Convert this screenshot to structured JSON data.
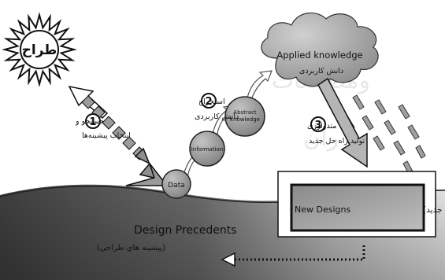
{
  "designer": {
    "label": "طراح"
  },
  "steps": [
    {
      "number": "1",
      "line1": "جستجو و",
      "line2": "انتخاب پیشینه‌ها"
    },
    {
      "number": "2",
      "line1": "استخراج",
      "line2": "دانش کاربردی"
    },
    {
      "number": "3",
      "line1": "متدولوژی",
      "line2": "تولید راه حل جدید"
    }
  ],
  "nodes": {
    "data": "Data",
    "information": "Information",
    "abstract_line1": "Abstract",
    "abstract_line2": "knowledge"
  },
  "cloud": {
    "title": "Applied knowledge",
    "subtitle": "دانش کاربردی"
  },
  "new_designs": {
    "english": "New Designs",
    "farsi": "(طراحی های جدید)"
  },
  "precedents": {
    "title": "Design Precedents",
    "subtitle": "(پیشینه های طراحی)"
  },
  "colors": {
    "sea_dark": "#4a4a4a",
    "sea_light": "#d8d8d8",
    "node_fill": "#9a9a9a",
    "arrow_fill": "#b0b0b0",
    "box_fill": "#a8a8a8",
    "cloud_fill": "#a5a5a5"
  }
}
